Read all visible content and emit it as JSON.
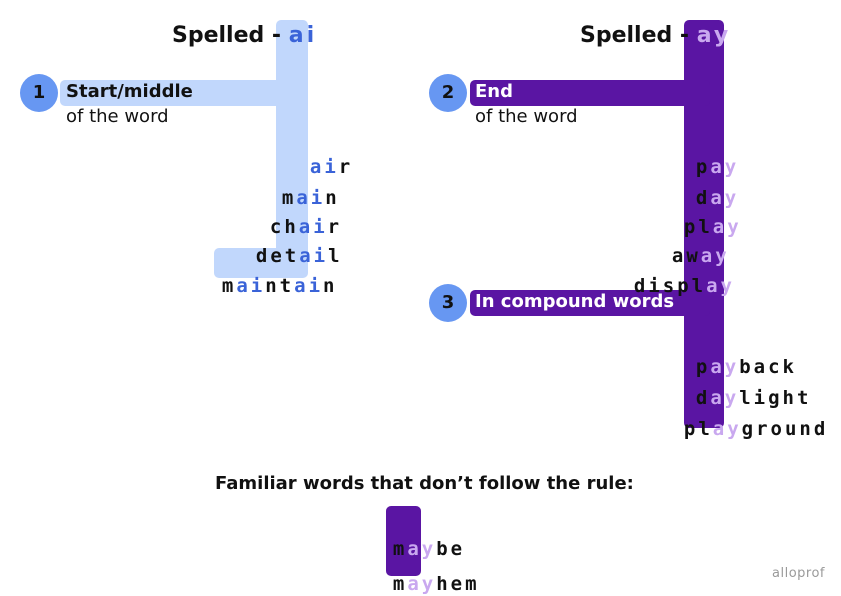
{
  "left": {
    "heading_prefix": "Spelled - ",
    "heading_highlight": "ai",
    "badge": "1",
    "rule_label": "Start/middle",
    "rule_sub": "of the word",
    "words": [
      {
        "text": "air"
      },
      {
        "text": "main"
      },
      {
        "text": "chair"
      },
      {
        "text": "detail"
      },
      {
        "text": "maintain"
      }
    ]
  },
  "right": {
    "heading_prefix": "Spelled - ",
    "heading_highlight": "ay",
    "badge_end": "2",
    "rule_end_label": "End",
    "rule_end_sub": "of the word",
    "end_words": [
      {
        "text": "pay"
      },
      {
        "text": "day"
      },
      {
        "text": "play"
      },
      {
        "text": "away"
      },
      {
        "text": "display"
      }
    ],
    "badge_compound": "3",
    "rule_compound_label": "In compound words",
    "compound_words": [
      {
        "text": "payback"
      },
      {
        "text": "daylight"
      },
      {
        "text": "playground"
      }
    ]
  },
  "footer": {
    "title": "Familiar words that don’t follow the rule:",
    "words": [
      {
        "text": "maybe"
      },
      {
        "text": "mayhem"
      }
    ]
  },
  "logo": "alloprof",
  "colors": {
    "light_bar": "#c1d7fc",
    "dark_bar": "#5a15a3",
    "badge": "#6797f2",
    "ai_letters": "#3a63d8",
    "ay_letters": "#c9a8ef"
  }
}
